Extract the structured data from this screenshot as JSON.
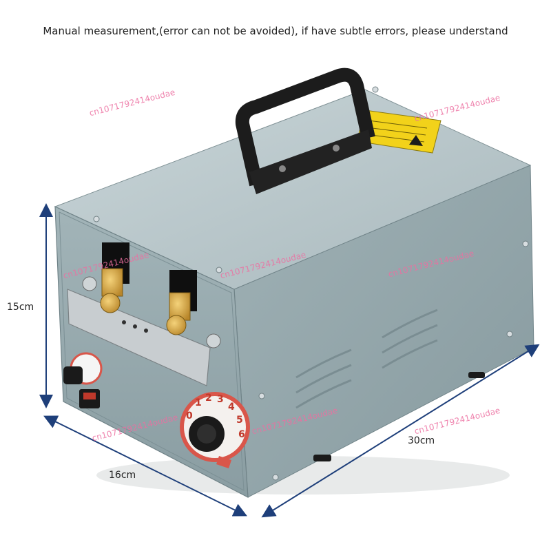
{
  "caption": "Manual measurement,(error can not be avoided), if have subtle errors, please understand",
  "dimensions": {
    "height": "15cm",
    "depth": "16cm",
    "length": "30cm"
  },
  "watermark": "cn1071792414oudae",
  "dial_numbers": [
    "0",
    "1",
    "2",
    "3",
    "4",
    "5",
    "6"
  ],
  "colors": {
    "body": "#8fa3a9",
    "front": "#94a8ad",
    "handle": "#1c1c1c",
    "warning_label": "#f2d21a",
    "dial_ring": "#d9564a",
    "arrow": "#1e3f7a",
    "watermark": "#ec6ea0"
  }
}
